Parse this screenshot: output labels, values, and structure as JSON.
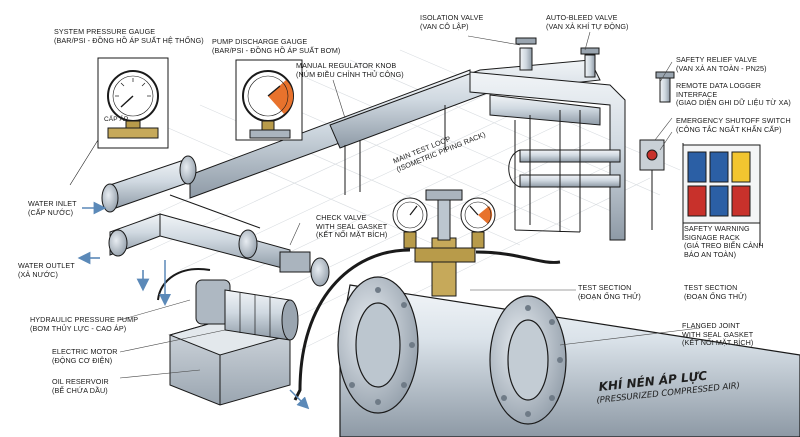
{
  "labels": {
    "system_gauge": {
      "line1": "System Pressure Gauge",
      "line2": "(bar/psi - Đồng hồ áp suất hệ thống)"
    },
    "pump_gauge": {
      "line1": "Pump Discharge Gauge",
      "line2": "(bar/psi - Đồng hồ áp suất bơm)"
    },
    "regulator": {
      "line1": "Manual Regulator Knob",
      "line2": "(Núm điều chỉnh thủ công)"
    },
    "isolation_valve": {
      "line1": "Isolation Valve",
      "line2": "(Van cô lập)"
    },
    "auto_bleed": {
      "line1": "Auto-Bleed Valve",
      "line2": "(Van xả khí tự động)"
    },
    "safety_relief": {
      "line1": "Safety Relief Valve",
      "line2": "(Van xả an toàn - PN25)"
    },
    "data_logger": {
      "line1": "Remote Data Logger",
      "line2": "Interface",
      "line3": "(Giao diện ghi dữ liệu từ xa)"
    },
    "emergency": {
      "line1": "Emergency Shutoff Switch",
      "line2": "(Công tắc ngắt khẩn cấp)"
    },
    "main_loop": {
      "line1": "Main Test Loop",
      "line2": "(Isometric Piping Rack)"
    },
    "water_inlet": {
      "line1": "Water Inlet",
      "line2": "(Cấp nước)"
    },
    "water_outlet": {
      "line1": "Water Outlet",
      "line2": "(Xả nước)"
    },
    "check_valve": {
      "line1": "Check Valve",
      "line2": "With Seal Gasket",
      "line3": "(Kết nối mặt bích)"
    },
    "signage": {
      "line1": "Safety Warning",
      "line2": "Signage Rack",
      "line3": "(Giá treo biển cảnh",
      "line4": "báo an toàn)"
    },
    "test_section_1": {
      "line1": "Test Section",
      "line2": "(Đoạn ống thử)"
    },
    "test_section_2": {
      "line1": "Test Section",
      "line2": "(Đoạn ống thử)"
    },
    "pump": {
      "line1": "Hydraulic Pressure Pump",
      "line2": "(Bơm thủy lực - Cao áp)"
    },
    "motor": {
      "line1": "Electric Motor",
      "line2": "(Động cơ điện)"
    },
    "reservoir": {
      "line1": "Oil Reservoir",
      "line2": "(Bể chứa dầu)"
    },
    "flanged_joint": {
      "line1": "Flanged Joint",
      "line2": "With Seal Gasket",
      "line3": "(Kết nối mặt bích)"
    },
    "gauge_inset": "CẤP ÁP"
  },
  "pipe_text": {
    "main": "KHÍ NÉN ÁP LỰC",
    "sub": "(PRESSURIZED COMPRESSED AIR)"
  },
  "colors": {
    "ink": "#1a1a1a",
    "pipe": "#c9d3dc",
    "pipe_light": "#e6ecf1",
    "gauge_orange": "#e8722c",
    "brass": "#b89b4a",
    "arrow_blue": "#5b89b8",
    "sign_blue": "#2b5fa5",
    "sign_red": "#c8312b",
    "sign_yellow": "#f2c530"
  }
}
